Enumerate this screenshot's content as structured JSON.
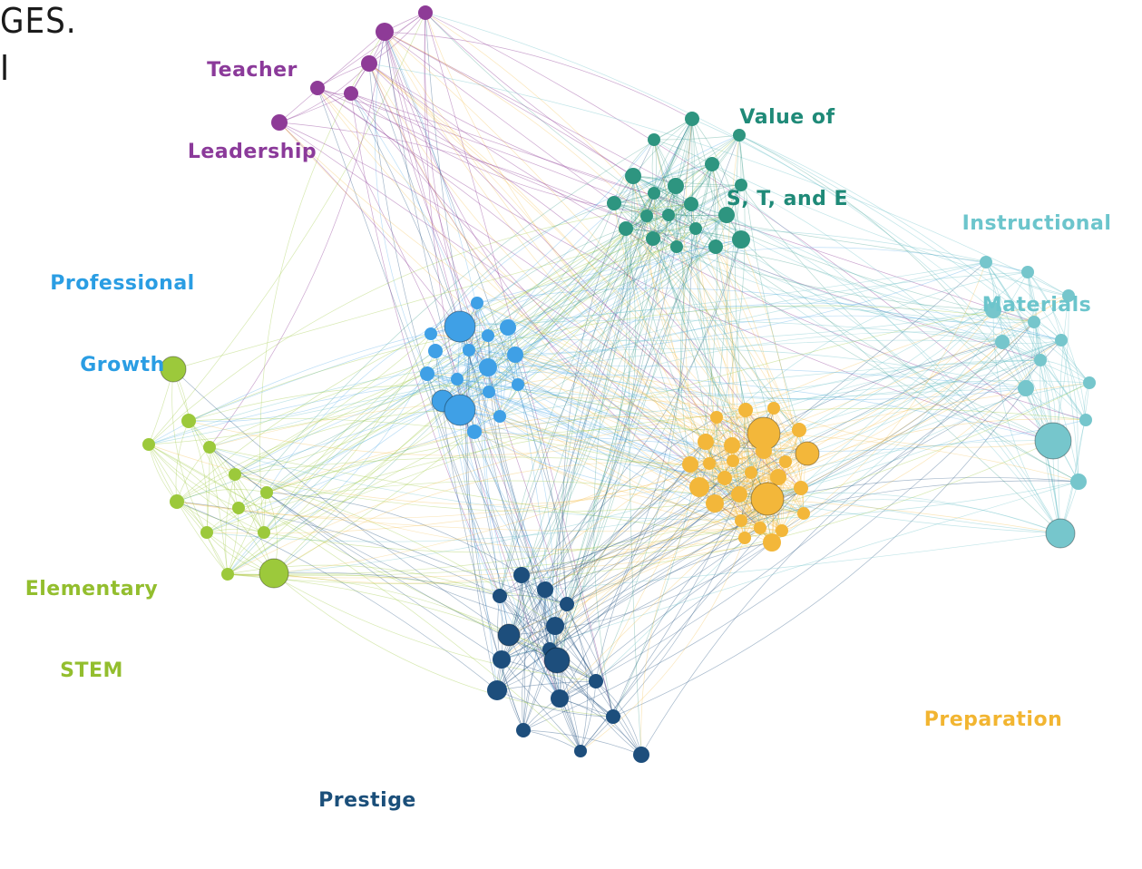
{
  "partial_heading": {
    "line1": "GES.",
    "line2": "I"
  },
  "clusters": [
    {
      "id": "teacher-leadership",
      "lines": [
        "Teacher",
        "Leadership"
      ],
      "color": "#8B3A9A"
    },
    {
      "id": "value-of-ste",
      "lines": [
        "Value of",
        "S, T, and E"
      ],
      "color": "#1F8A78"
    },
    {
      "id": "instructional-materials",
      "lines": [
        "Instructional",
        "Materials"
      ],
      "color": "#6CC5CC"
    },
    {
      "id": "professional-growth",
      "lines": [
        "Professional",
        "Growth"
      ],
      "color": "#2A9DE3"
    },
    {
      "id": "elementary-stem",
      "lines": [
        "Elementary",
        "STEM"
      ],
      "color": "#93BE2E"
    },
    {
      "id": "prestige",
      "lines": [
        "Prestige"
      ],
      "color": "#1B4F7A"
    },
    {
      "id": "preparation",
      "lines": [
        "Preparation"
      ],
      "color": "#F2B531"
    }
  ],
  "node_colors": {
    "teacher-leadership": "#8E3B97",
    "value-of-ste": "#2E9580",
    "instructional-materials": "#76C6CC",
    "professional-growth": "#3FA0E6",
    "elementary-stem": "#9CC93B",
    "prestige": "#1D4E7C",
    "preparation": "#F3B73A"
  }
}
